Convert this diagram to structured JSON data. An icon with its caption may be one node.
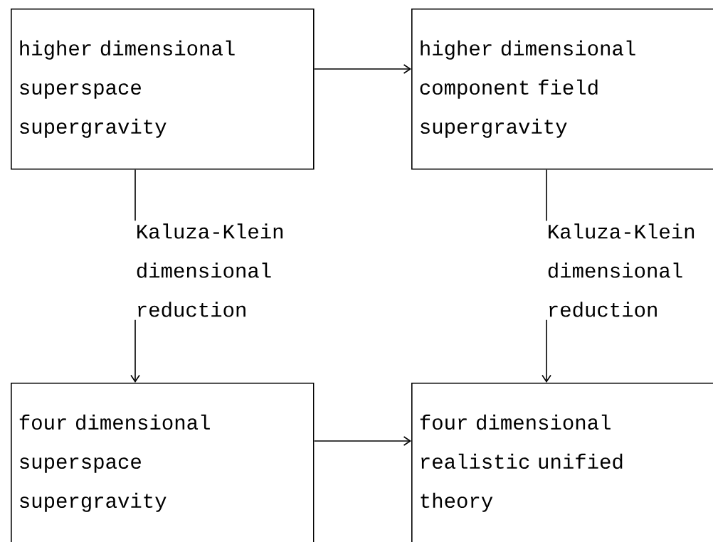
{
  "diagram": {
    "nodes": [
      {
        "text": [
          "higher dimensional superspace supergravity"
        ]
      },
      {
        "text": [
          "higher dimensional component field supergravity"
        ]
      },
      {
        "text": [
          "four dimensional superspace supergravity"
        ]
      },
      {
        "text": [
          "four dimensional realistic unified theory"
        ]
      }
    ],
    "edges": [
      {
        "from": 0,
        "to": 1,
        "arrow": "to"
      },
      {
        "from": 0,
        "to": 2,
        "arrow": "to",
        "label": "Kaluza-Klein dimensional reduction"
      },
      {
        "from": 1,
        "to": 3,
        "arrow": "to",
        "label": "Kaluza-Klein dimensional reduction"
      },
      {
        "from": 2,
        "to": 3,
        "arrow": "to"
      }
    ]
  }
}
